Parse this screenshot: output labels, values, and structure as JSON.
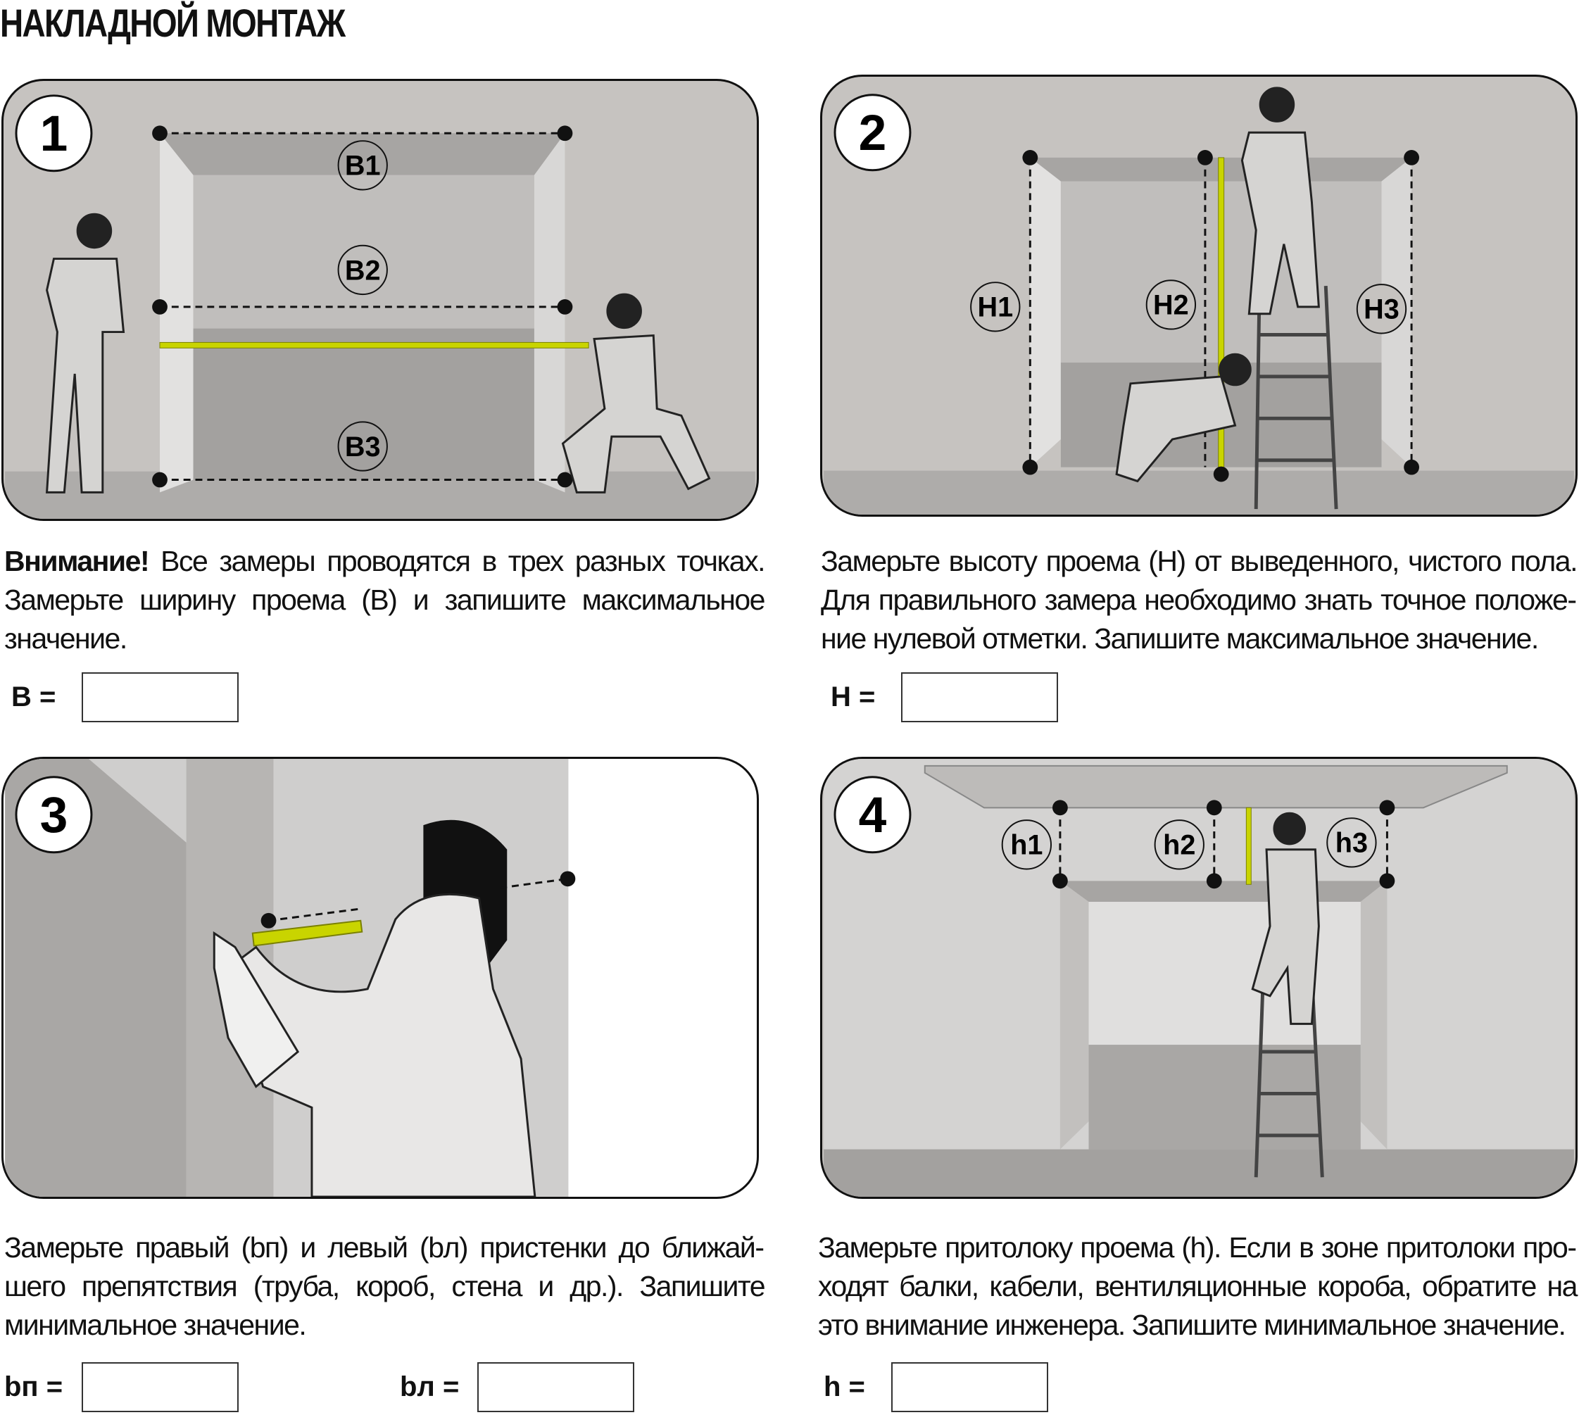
{
  "title": "НАКЛАДНОЙ МОНТАЖ",
  "steps": [
    {
      "number": "1",
      "labels": [
        "B1",
        "B2",
        "B3"
      ],
      "text_bold": "Внимание!",
      "text": " Все замеры проводятся в трех разных точках. Замерьте ширину проема (В) и запишите максимальное значение.",
      "fields": [
        {
          "label": "B =",
          "value": ""
        }
      ]
    },
    {
      "number": "2",
      "labels": [
        "H1",
        "H2",
        "H3"
      ],
      "text": "Замерьте высоту проема (Н) от выведенного, чистого пола. Для правильного замера необходимо знать точное положе­ние нулевой отметки. Запишите максимальное значение.",
      "fields": [
        {
          "label": "H =",
          "value": ""
        }
      ]
    },
    {
      "number": "3",
      "text": "Замерьте правый (bп) и левый (bл) пристенки до ближай­шего препятствия (труба, короб, стена и др.). Запишите минимальное значение.",
      "fields": [
        {
          "label": "bп =",
          "value": ""
        },
        {
          "label": "bл =",
          "value": ""
        }
      ]
    },
    {
      "number": "4",
      "labels": [
        "h1",
        "h2",
        "h3"
      ],
      "text": "Замерьте притолоку проема (h). Если в зоне притолоки про­ходят балки, кабели, вентиляционные короба, обратите на это внимание инженера. Запишите минимальное значение.",
      "fields": [
        {
          "label": "h =",
          "value": ""
        }
      ]
    }
  ],
  "colors": {
    "tape": "#c9d400",
    "wall": "#c6c3c0",
    "floor": "#a9a7a5"
  }
}
